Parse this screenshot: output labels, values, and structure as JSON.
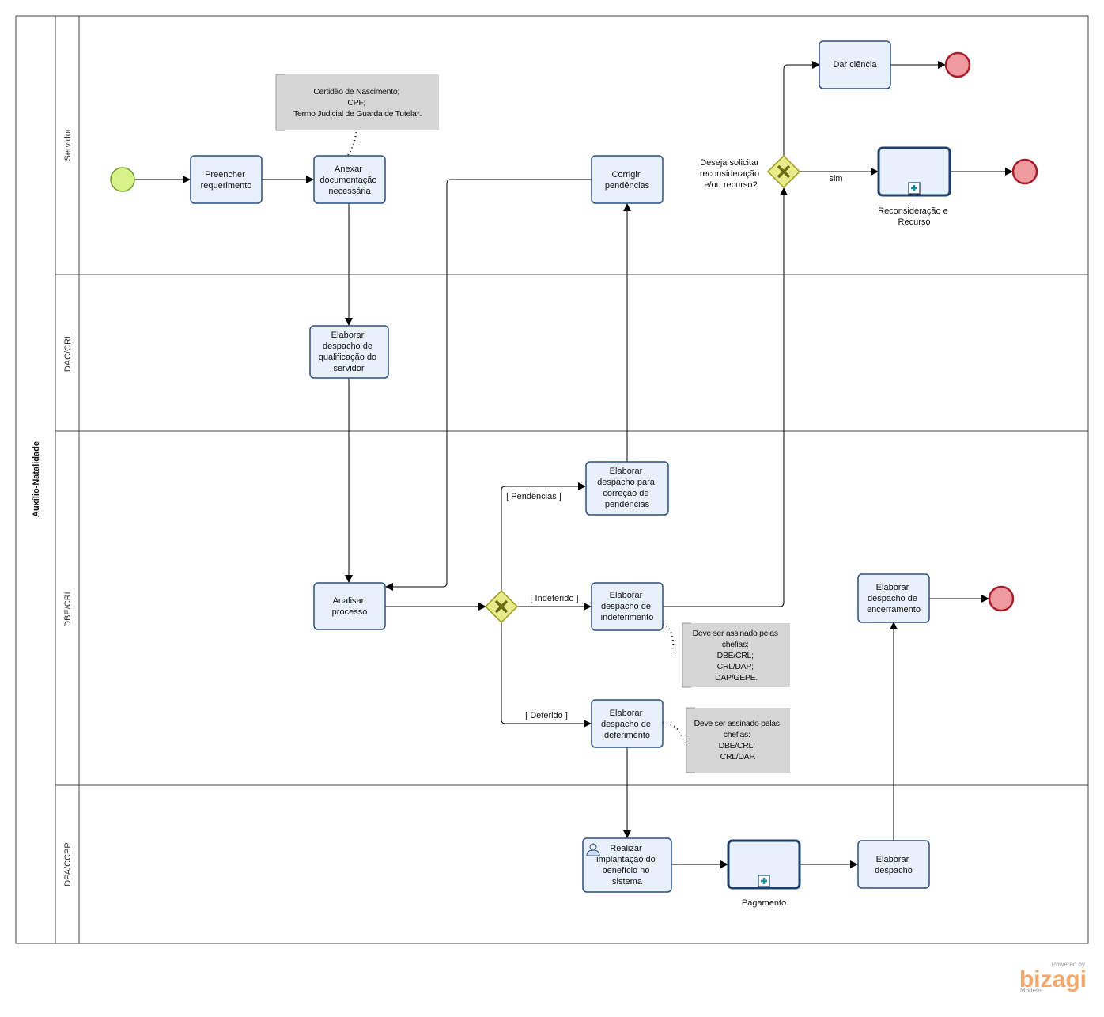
{
  "pool": {
    "title": "Auxílio-Natalidade"
  },
  "lanes": [
    {
      "label": "Servidor"
    },
    {
      "label": "DAC/CRL"
    },
    {
      "label": "DBE/CRL"
    },
    {
      "label": "DPA/CCPP"
    }
  ],
  "tasks": {
    "preencher": [
      "Preencher",
      "requerimento"
    ],
    "anexar": [
      "Anexar",
      "documentação",
      "necessária"
    ],
    "corrigir": [
      "Corrigir",
      "pendências"
    ],
    "dar_ciencia": [
      "Dar ciência"
    ],
    "qualificacao": [
      "Elaborar",
      "despacho de",
      "qualificação do",
      "servidor"
    ],
    "correcao": [
      "Elaborar",
      "despacho para",
      "correção de",
      "pendências"
    ],
    "analisar": [
      "Analisar",
      "processo"
    ],
    "indeferimento": [
      "Elaborar",
      "despacho de",
      "indeferimento"
    ],
    "deferimento": [
      "Elaborar",
      "despacho de",
      "deferimento"
    ],
    "encerramento": [
      "Elaborar",
      "despacho de",
      "encerramento"
    ],
    "implantacao": [
      "Realizar",
      "implantação do",
      "benefício no",
      "sistema"
    ],
    "elaborar_despacho": [
      "Elaborar",
      "despacho"
    ]
  },
  "subprocesses": {
    "reconsideracao": [
      "Reconsideração e",
      "Recurso"
    ],
    "pagamento": [
      "Pagamento"
    ]
  },
  "gateways": {
    "recurso_question": [
      "Deseja solicitar",
      "reconsideração",
      "e/ou recurso?"
    ]
  },
  "flow_labels": {
    "sim": "sim",
    "pendencias": "[ Pendências ]",
    "indeferido": "[ Indeferido ]",
    "deferido": "[ Deferido ]"
  },
  "annotations": {
    "documentos": [
      "Certidão de Nascimento;",
      "CPF;",
      "Termo Judicial de Guarda de Tutela*."
    ],
    "indeferimento_note": [
      "Deve ser assinado pelas",
      "chefias:",
      "DBE/CRL;",
      "CRL/DAP;",
      "DAP/GEPE."
    ],
    "deferimento_note": [
      "Deve ser assinado pelas",
      "chefias:",
      "DBE/CRL;",
      "CRL/DAP."
    ]
  },
  "branding": {
    "powered_by": "Powered by",
    "logo": "bizagi",
    "product": "Modeler"
  },
  "colors": {
    "task_fill": "#e8f0fb",
    "task_stroke": "#2b4f7e",
    "start_fill": "#d8f28a",
    "start_stroke": "#6f9a2b",
    "end_fill": "#ee9a9f",
    "end_stroke": "#a51b2a",
    "gateway_fill": "#e7ec8a",
    "gateway_stroke": "#9c9a1b",
    "annotation_fill": "#d6d6d6",
    "logo": "#f4a76a"
  }
}
